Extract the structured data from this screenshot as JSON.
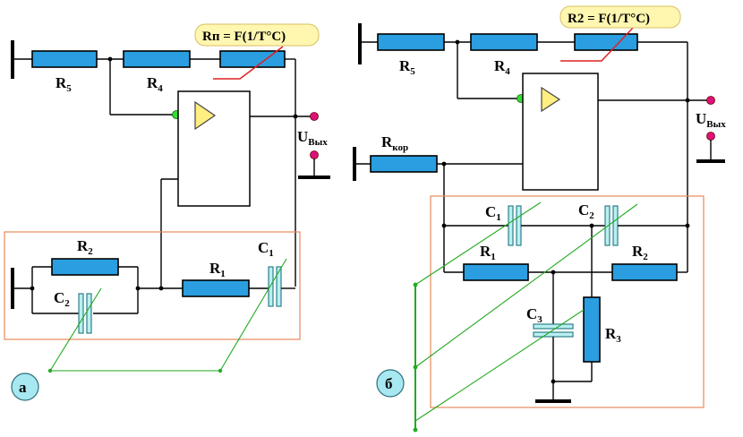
{
  "panel_a": {
    "badge": "а",
    "formula": "Rп = F(1/T°C)",
    "labels": {
      "r5": "R",
      "r5_sub": "5",
      "r4": "R",
      "r4_sub": "4",
      "r2": "R",
      "r2_sub": "2",
      "r1": "R",
      "r1_sub": "1",
      "c2": "C",
      "c2_sub": "2",
      "c1": "C",
      "c1_sub": "1",
      "uout": "U",
      "uout_sub": "Вых"
    }
  },
  "panel_b": {
    "badge": "б",
    "formula": "R2 = F(1/T°C)",
    "labels": {
      "r5": "R",
      "r5_sub": "5",
      "r4": "R",
      "r4_sub": "4",
      "rkor": "R",
      "rkor_sub": "кор",
      "c1": "C",
      "c1_sub": "1",
      "c2": "C",
      "c2_sub": "2",
      "r1": "R",
      "r1_sub": "1",
      "r2": "R",
      "r2_sub": "2",
      "c3": "C",
      "c3_sub": "3",
      "r3": "R",
      "r3_sub": "3",
      "uout": "U",
      "uout_sub": "Вых"
    }
  }
}
